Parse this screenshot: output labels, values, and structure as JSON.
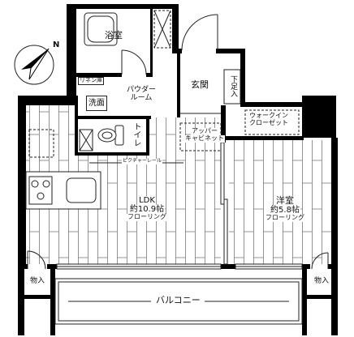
{
  "rooms": {
    "bath": {
      "label": "浴室"
    },
    "linen": {
      "label": "リネン庫"
    },
    "washroom": {
      "label": "洗面"
    },
    "powder_room": {
      "line1": "パウダー",
      "line2": "ルーム"
    },
    "entrance": {
      "label": "玄関"
    },
    "shoe_storage": {
      "label": "下足入"
    },
    "walk_in_closet": {
      "line1": "ウォークイン",
      "line2": "クローゼット"
    },
    "toilet": {
      "label": "トイレ"
    },
    "upper_cabinet": {
      "line1": "アッパー",
      "line2": "キャビネット"
    },
    "picture_rail": {
      "label": "ピクチャーレール"
    },
    "ldk": {
      "label": "LDK",
      "size": "約10.9帖",
      "floor": "フローリング"
    },
    "western_room": {
      "label": "洋室",
      "size": "約5.8帖",
      "floor": "フローリング"
    },
    "storage_left": {
      "label": "物入"
    },
    "storage_right": {
      "label": "物入"
    },
    "balcony": {
      "label": "バルコニー"
    }
  },
  "compass": {
    "label": "N"
  },
  "colors": {
    "wall": "#000000",
    "line": "#222222",
    "floor_line": "#666666",
    "background": "#ffffff"
  }
}
